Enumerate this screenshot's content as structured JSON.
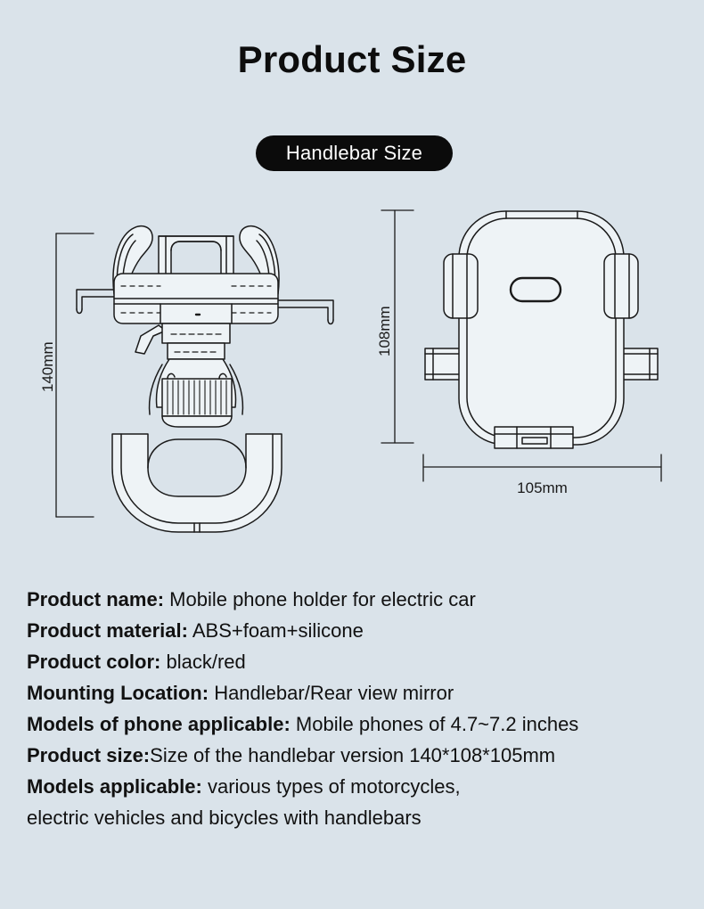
{
  "header": {
    "title": "Product Size",
    "badge_label": "Handlebar Size"
  },
  "dimensions": {
    "height_label": "140mm",
    "depth_label": "108mm",
    "width_label": "105mm"
  },
  "figures": {
    "left_caption": "handlebar-mount-side-view",
    "right_caption": "phone-holder-front-view"
  },
  "specs": [
    {
      "label": "Product name:",
      "sep": " ",
      "value": "Mobile phone holder for electric car"
    },
    {
      "label": "Product material:",
      "sep": " ",
      "value": "ABS+foam+silicone"
    },
    {
      "label": "Product color:",
      "sep": " ",
      "value": "black/red"
    },
    {
      "label": "Mounting Location:",
      "sep": " ",
      "value": "Handlebar/Rear view mirror"
    },
    {
      "label": "Models of phone applicable:",
      "sep": " ",
      "value": "Mobile phones of 4.7~7.2 inches"
    },
    {
      "label": "Product size:",
      "sep": "",
      "value": "Size of the handlebar version 140*108*105mm"
    },
    {
      "label": "Models applicable:",
      "sep": " ",
      "value": "various types of motorcycles,"
    }
  ],
  "spec_continuation": "electric vehicles and bicycles with handlebars",
  "colors": {
    "background": "#dae3ea",
    "ink": "#111111",
    "badge_bg": "#0b0b0b",
    "badge_text": "#ffffff",
    "line": "#1a1a1a"
  }
}
